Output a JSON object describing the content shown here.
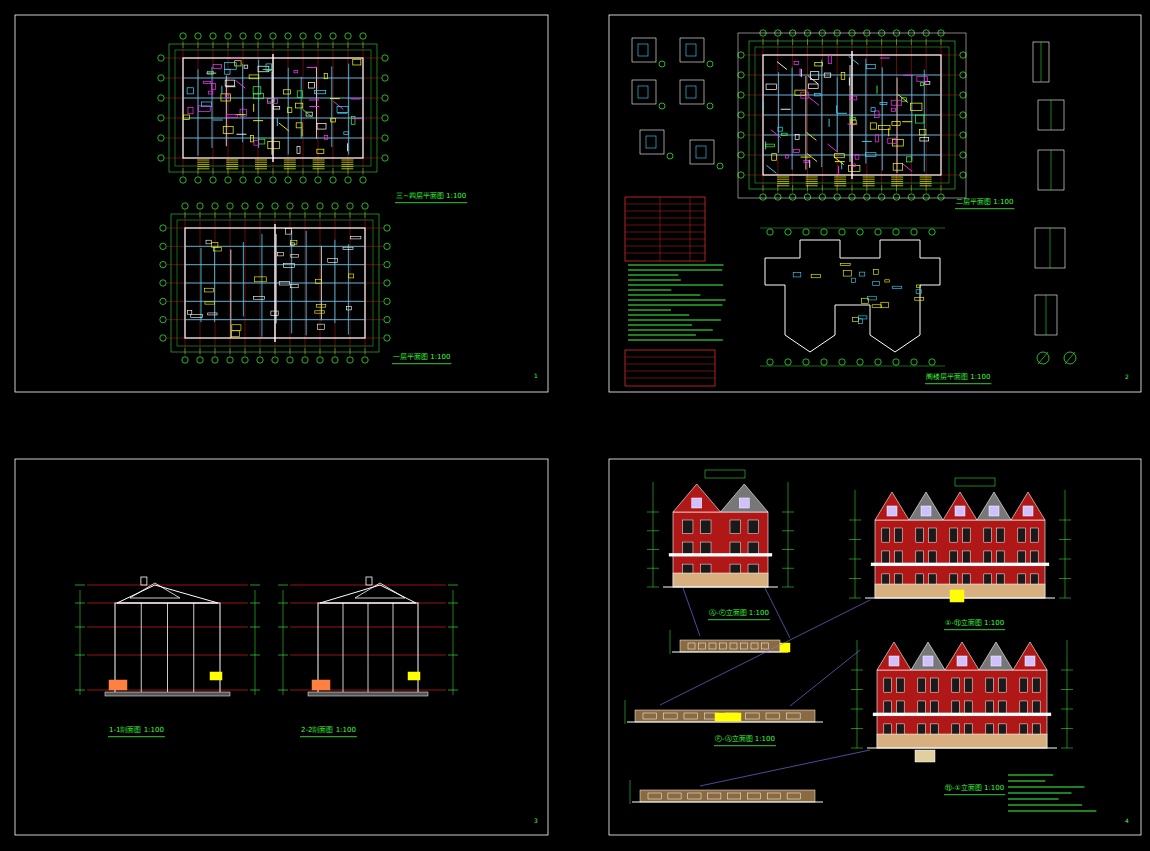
{
  "diagram": {
    "labels": [
      "三~四层平面图 1:100",
      "一层平面图 1:100",
      "二层平面图 1:100",
      "阁楼层平面图 1:100",
      "1-1剖面图 1:100",
      "2-2剖面图 1:100",
      "Ⓐ-Ⓕ立面图 1:100",
      "①-⑪立面图 1:100",
      "⑪-①立面图 1:100",
      "Ⓕ-Ⓐ立面图 1:100",
      "1",
      "2",
      "3",
      "4"
    ]
  }
}
